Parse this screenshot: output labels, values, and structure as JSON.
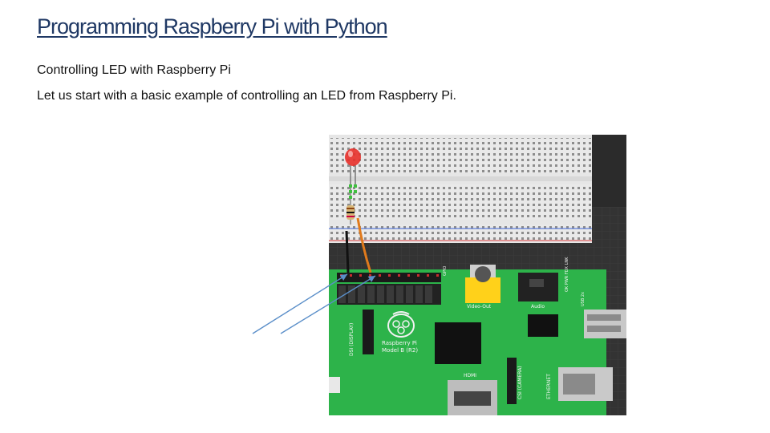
{
  "slide": {
    "title": "Programming Raspberry Pi with Python",
    "lines": [
      "Controlling LED with Raspberry Pi",
      "Let us start with a basic example of controlling an LED from Raspberry Pi."
    ]
  },
  "figure": {
    "board_labels": [
      "Raspberry Pi",
      "Model B (R2)",
      "Video-Out",
      "Audio",
      "HDMI",
      "ETHERNET",
      "DSI (DISPLAY)",
      "CSI (CAMERA)",
      "USB 2x",
      "GPIO"
    ],
    "led_color": "#e8302a",
    "board_color": "#2db34a",
    "wire_colors": {
      "ground": "#111111",
      "signal": "#e07a1c"
    },
    "arrow_color": "#5b8fc9"
  }
}
